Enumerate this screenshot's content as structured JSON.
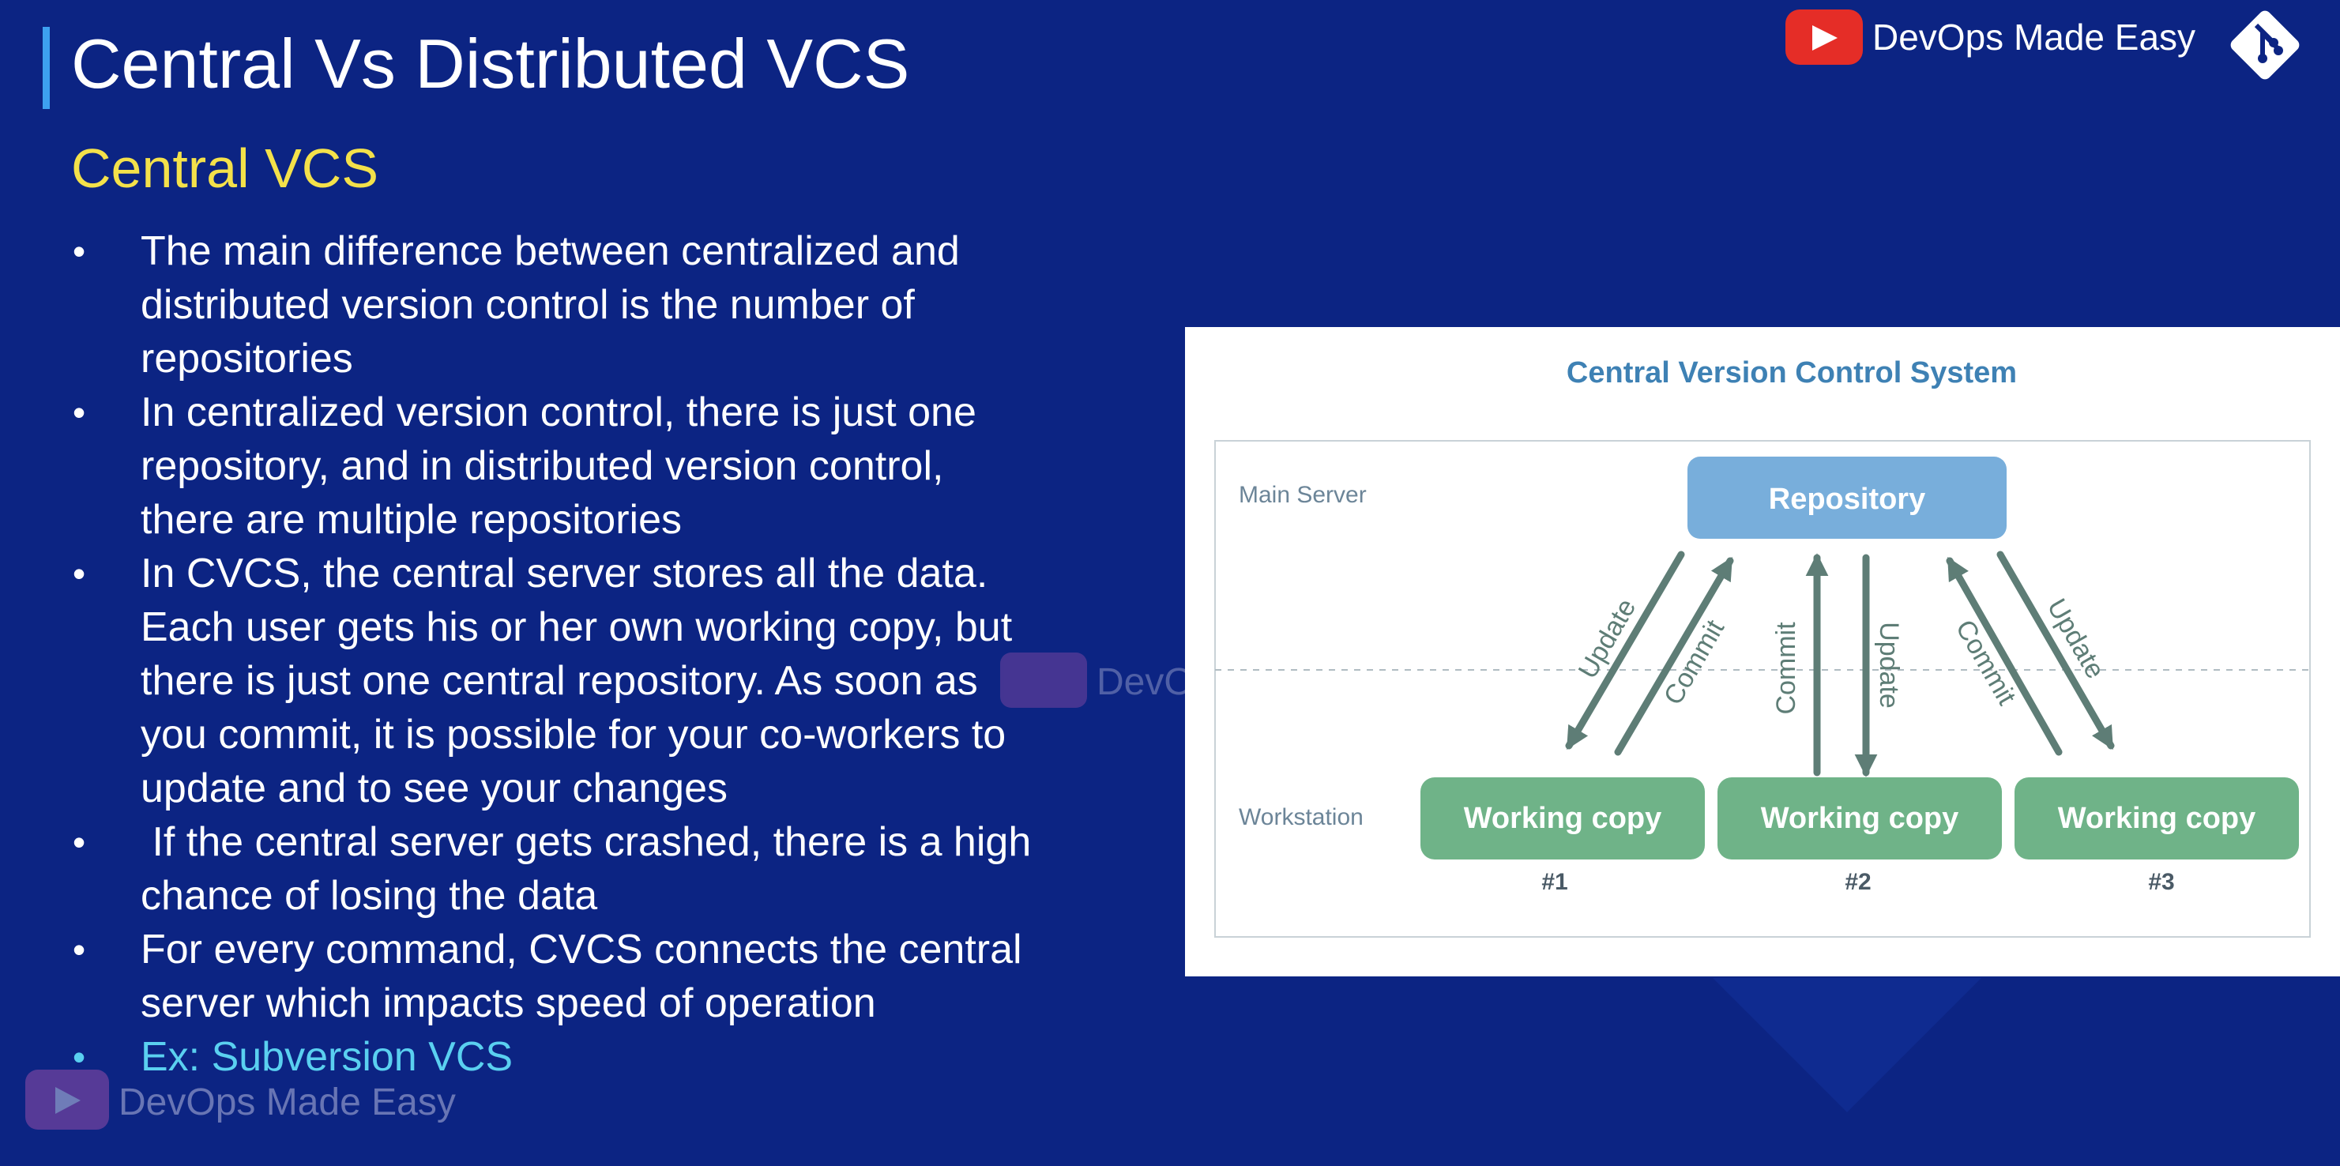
{
  "slide": {
    "title": "Central Vs Distributed VCS",
    "subtitle": "Central VCS",
    "bullets": [
      {
        "text": "The main difference between centralized and\ndistributed version control is the number of\nrepositories",
        "accent": false
      },
      {
        "text": "In centralized version control, there is just one\nrepository, and in distributed version control,\nthere are multiple repositories",
        "accent": false
      },
      {
        "text": "In CVCS, the central server stores all the data.\nEach user gets his or her own working copy, but\nthere is just one central repository. As soon as\nyou commit, it is possible for your co-workers to\nupdate and to see your changes",
        "accent": false
      },
      {
        "text": " If the central server gets crashed, there is a high\nchance of losing the data",
        "accent": false
      },
      {
        "text": "For every command, CVCS connects the central\nserver which impacts speed of operation",
        "accent": false
      },
      {
        "text": "Ex: Subversion VCS",
        "accent": true
      }
    ]
  },
  "brand": {
    "name": "DevOps Made Easy",
    "watermark": "DevOps Made Easy",
    "center_watermark": "DevO"
  },
  "diagram": {
    "title": "Central Version Control System",
    "main_server_label": "Main Server",
    "workstation_label": "Workstation",
    "repository_label": "Repository",
    "working_copies": [
      {
        "label": "Working copy",
        "number": "#1"
      },
      {
        "label": "Working copy",
        "number": "#2"
      },
      {
        "label": "Working copy",
        "number": "#3"
      }
    ],
    "arrow_labels": {
      "update": "Update",
      "commit": "Commit"
    }
  },
  "colors": {
    "background": "#0c2483",
    "title_accent_bar": "#3da0f0",
    "subtitle": "#f4e14a",
    "accent_bullet": "#5ad0f0",
    "repository_box": "#78aedb",
    "working_copy_box": "#6fb388",
    "arrow": "#5e7d76",
    "diagram_title": "#3e81b4",
    "youtube_red": "#e52d27"
  },
  "icons": {
    "youtube": "youtube-play-icon",
    "git": "git-logo-icon"
  }
}
